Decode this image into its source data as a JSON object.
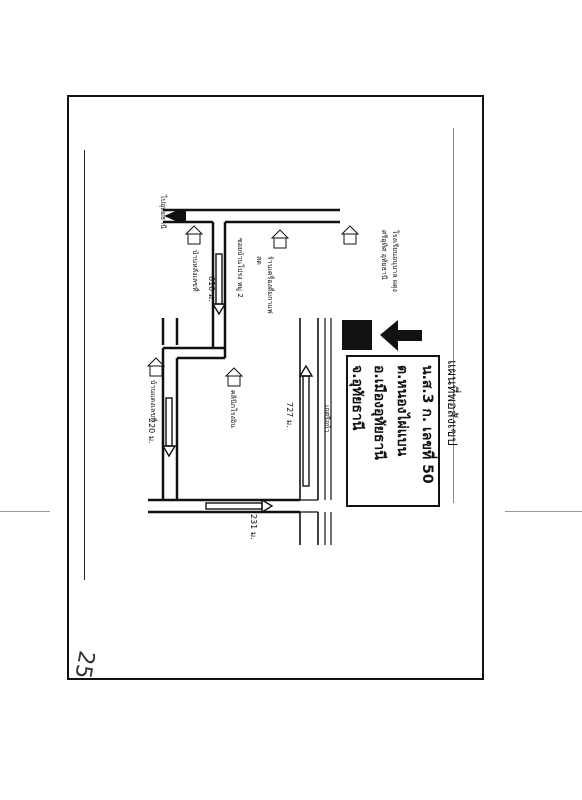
{
  "map": {
    "title": "แผนที่พอสังเขป",
    "address": {
      "line1": "น.ส.3 ก. เลขที่ 50",
      "line2": "ต.หนองไผ่แบน",
      "line3": "อ.เมืองอุทัยธานี",
      "line4": "จ.อุทัยธานี"
    },
    "labels": {
      "school": "โรงเรียนอนุบาล ผดุงศรีอุทิศ อุทัยธานี",
      "to_uthai": "ไปอุทัยธานี",
      "shop": "ร้านเครื่องดื่มกาแฟสด",
      "soi": "ซอยบ้านโปร่ง หมู่ 2",
      "building_right": "คลินิกโรงอิน",
      "village": "บ้านหลังเลขที่",
      "road_main": "เกศรีอบ้า",
      "house_red": "บ้านแดงเลขที่"
    },
    "distances": {
      "d610": "610 ม.",
      "d220": "220 ม.",
      "d727": "727 ม.",
      "d231": "231 ม."
    },
    "annotation": "25"
  }
}
